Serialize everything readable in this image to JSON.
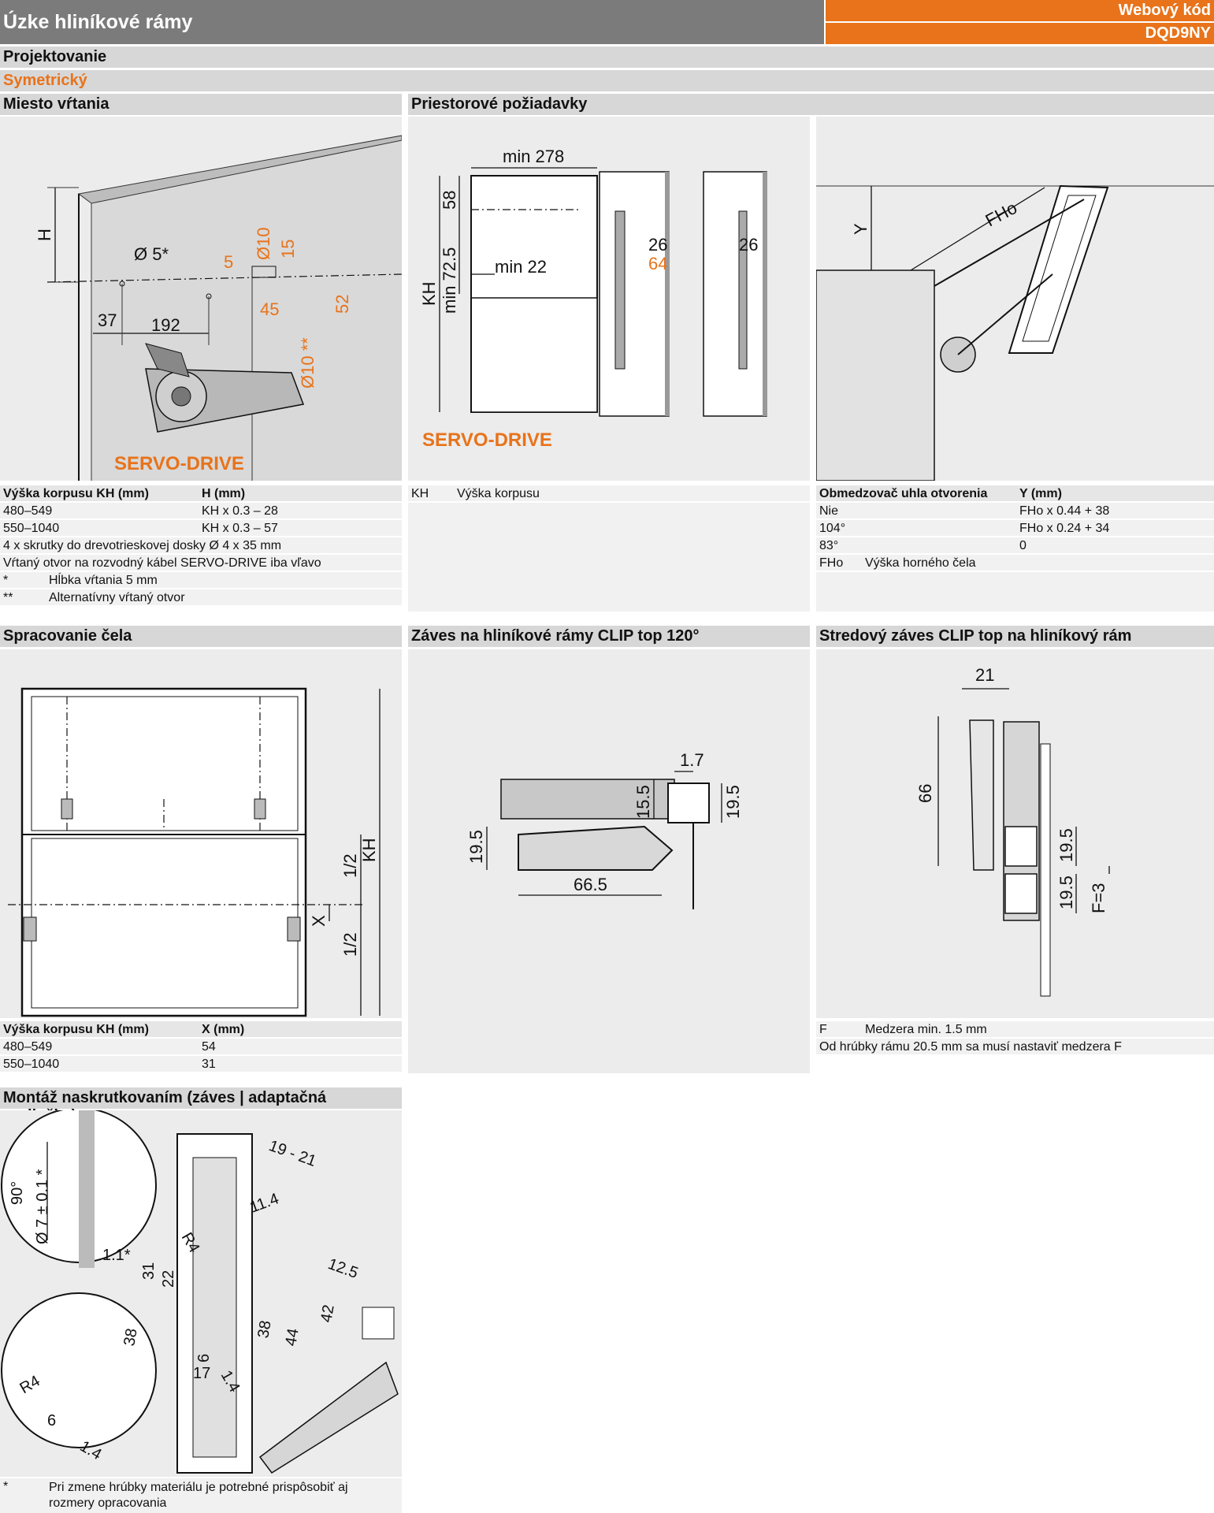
{
  "header": {
    "title": "Úzke hliníkové rámy",
    "web_code_label": "Webový kód",
    "web_code": "DQD9NY"
  },
  "section": {
    "title": "Projektovanie",
    "subtitle": "Symetrický"
  },
  "panels": {
    "drilling": {
      "title": "Miesto vŕtania"
    },
    "space": {
      "title": "Priestorové požiadavky"
    },
    "front": {
      "title": "Spracovanie čela"
    },
    "hinge": {
      "title": "Záves na hliníkové rámy CLIP top 120°"
    },
    "center": {
      "title": "Stredový záves CLIP top na hliníkový rám"
    },
    "mount": {
      "title": "Montáž naskrutkovaním (záves | adaptačná podložka)"
    }
  },
  "drilling_fig": {
    "h": "H",
    "d5": "Ø 5*",
    "five": "5",
    "d10": "Ø10",
    "fifteen": "15",
    "thirtyseven": "37",
    "onefivetwo": "192",
    "fortyfive": "45",
    "fiftytwo": "52",
    "d10b": "Ø10 **",
    "servo": "SERVO-DRIVE"
  },
  "drilling_table": {
    "headers": [
      "Výška korpusu KH (mm)",
      "H (mm)"
    ],
    "rows": [
      [
        "480–549",
        "KH x 0.3 – 28"
      ],
      [
        "550–1040",
        "KH x 0.3 – 57"
      ]
    ],
    "notes": [
      "4 x skrutky do drevotrieskovej dosky Ø 4 x 35 mm",
      "Vŕtaný otvor na rozvodný kábel SERVO-DRIVE iba vľavo"
    ],
    "footnotes": [
      [
        "*",
        "Hĺbka vŕtania 5 mm"
      ],
      [
        "**",
        "Alternatívny vŕtaný otvor"
      ]
    ]
  },
  "space_fig": {
    "min278": "min 278",
    "fiftyeight": "58",
    "kh": "KH",
    "min725": "min 72.5",
    "min22": "min 22",
    "twentysix_a": "26",
    "sixtyfour": "64",
    "twentysix_b": "26",
    "servo": "SERVO-DRIVE",
    "y": "Y",
    "fho": "FHo"
  },
  "space_legend": [
    [
      "KH",
      "Výška korpusu"
    ]
  ],
  "angle_table": {
    "headers": [
      "Obmedzovač uhla otvorenia",
      "Y (mm)"
    ],
    "rows": [
      [
        "Nie",
        "FHo x 0.44 + 38"
      ],
      [
        "104°",
        "FHo x 0.24 + 34"
      ],
      [
        "83°",
        "0"
      ]
    ],
    "legend": [
      [
        "FHo",
        "Výška horného čela"
      ]
    ]
  },
  "front_fig": {
    "kh": "KH",
    "half_a": "1/2",
    "half_b": "1/2",
    "x": "X"
  },
  "front_table": {
    "headers": [
      "Výška korpusu KH (mm)",
      "X (mm)"
    ],
    "rows": [
      [
        "480–549",
        "54"
      ],
      [
        "550–1040",
        "31"
      ]
    ]
  },
  "hinge_fig": {
    "d17": "1.7",
    "d155": "15.5",
    "d195a": "19.5",
    "d195b": "19.5",
    "d665": "66.5"
  },
  "center_fig": {
    "d21": "21",
    "d66": "66",
    "d195a": "19.5",
    "d195b": "19.5",
    "f3": "F=3"
  },
  "center_notes": [
    [
      "F",
      "Medzera min. 1.5 mm"
    ]
  ],
  "center_note2": "Od hrúbky rámu 20.5 mm sa musí nastaviť medzera F",
  "mount_fig": {
    "d1921": "19 - 21",
    "d114": "11.4",
    "r4a": "R4",
    "d90": "90°",
    "d7": "Ø 7 ± 0.1 *",
    "d11": "1.1*",
    "d31": "31",
    "d22": "22",
    "d125": "12.5",
    "d38a": "38",
    "d44": "44",
    "d42": "42",
    "d6a": "6",
    "d17": "17",
    "d14a": "1.4",
    "r4b": "R4",
    "d38b": "38",
    "d6b": "6",
    "d14b": "1.4"
  },
  "mount_note": [
    "*",
    "Pri zmene hrúbky materiálu je potrebné prispôsobiť aj rozmery opracovania"
  ]
}
